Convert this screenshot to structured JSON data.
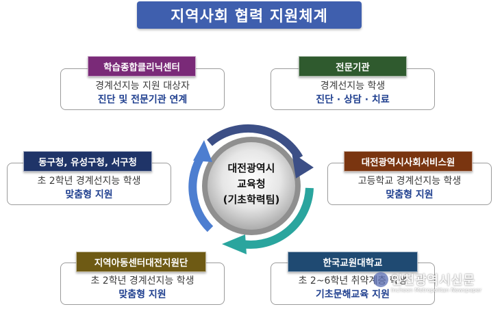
{
  "title": "지역사회 협력 지원체계",
  "center": {
    "line1": "대전광역시",
    "line2": "교육청",
    "line3": "(기초학력팀)"
  },
  "nodes": [
    {
      "tag": "학습종합클리닉센터",
      "tag_color": "#7a2a78",
      "line1": "경계선지능 지원 대상자",
      "line2": "진단 및 전문기관 연계"
    },
    {
      "tag": "전문기관",
      "tag_color": "#2f5a2e",
      "line1": "경계선지능 학생",
      "line2": "진단 · 상담 · 치료"
    },
    {
      "tag": "동구청, 유성구청, 서구청",
      "tag_color": "#1f3468",
      "line1": "초 2학년 경계선지능 학생",
      "line2": "맞춤형 지원"
    },
    {
      "tag": "대전광역시사회서비스원",
      "tag_color": "#7a3510",
      "line1": "고등학교 경계선지능 학생",
      "line2": "맞춤형 지원"
    },
    {
      "tag": "지역아동센터대전지원단",
      "tag_color": "#6e5a14",
      "line1": "초 2학년 경계선지능 학생",
      "line2": "맞춤형 지원"
    },
    {
      "tag": "한국교원대학교",
      "tag_color": "#1f4a72",
      "line1": "초 2~6학년 취약계층 학생",
      "line2": "기초문해교육 지원"
    }
  ],
  "watermark": {
    "name": "인천광역시신문",
    "sub": "Incheon Metropolitan Newspaper"
  },
  "colors": {
    "title_bg": "#3f5fae",
    "arrow_dark": "#3c4f86",
    "arrow_teal": "#2aa59e",
    "arrow_blue": "#4d7ed0"
  }
}
